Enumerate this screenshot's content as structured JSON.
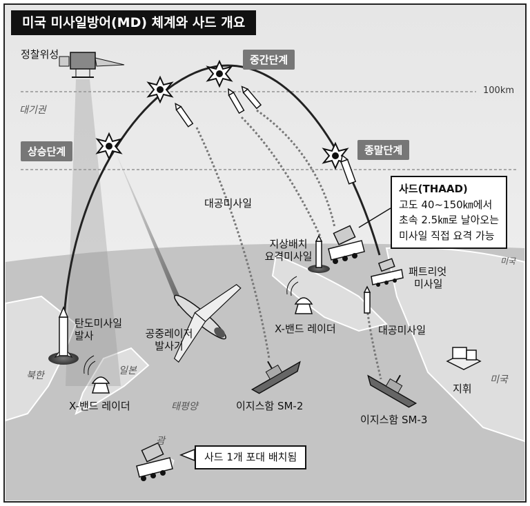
{
  "title": "미국 미사일방어(MD) 체계와 사드 개요",
  "altitude_label": "100km",
  "atmosphere_label": "대기권",
  "stages": {
    "boost": "상승단계",
    "midcourse": "중간단계",
    "terminal": "종말단계"
  },
  "labels": {
    "recon_satellite": "정찰위성",
    "interceptor_missile_upper": "대공미사일",
    "ground_interceptor": [
      "지상배치",
      "요격미사일"
    ],
    "patriot": [
      "패트리엇",
      "미사일"
    ],
    "ballistic_launch": [
      "탄도미사일",
      "발사"
    ],
    "airborne_laser": [
      "공중레이저",
      "발사기"
    ],
    "xband_radar_center": "X-밴드 레이더",
    "interceptor_missile_lower": "대공미사일",
    "xband_radar_japan": "X-밴드 레이더",
    "aegis_sm2": "이지스함 SM-2",
    "aegis_sm3": "이지스함 SM-3",
    "command": "지휘"
  },
  "places": {
    "north_korea": "북한",
    "japan": "일본",
    "pacific": "태평양",
    "us_mainland": "미국",
    "us_small": "미국",
    "guam": "괌"
  },
  "thaad_callout": {
    "lines": [
      "사드(THAAD)",
      "고도 40~150㎞에서",
      "초속 2.5㎞로 날아오는",
      "미사일 직접 요격 가능"
    ]
  },
  "guam_callout": "사드 1개 포대 배치됨",
  "colors": {
    "title_bg": "#111111",
    "stage_bg": "#777777",
    "land": "#d9d9d9",
    "sea": "#bdbdbd"
  }
}
